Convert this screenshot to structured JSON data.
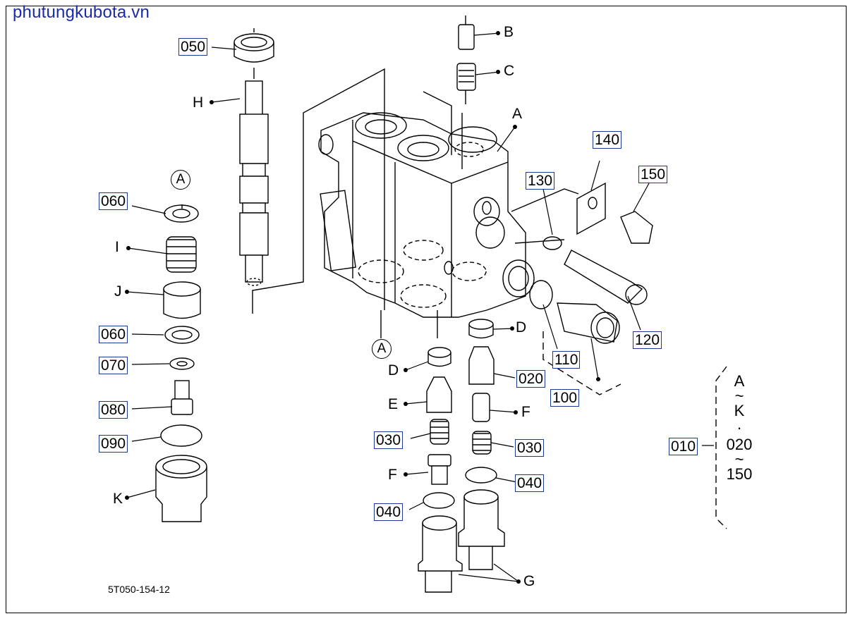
{
  "watermark": "phutungkubota.vn",
  "drawing_code": "5T050-154-12",
  "parts": {
    "p010": "010",
    "p020": "020",
    "p030a": "030",
    "p030b": "030",
    "p040a": "040",
    "p040b": "040",
    "p050": "050",
    "p060a": "060",
    "p060b": "060",
    "p070": "070",
    "p080": "080",
    "p090": "090",
    "p100": "100",
    "p110": "110",
    "p120": "120",
    "p130": "130",
    "p140": "140",
    "p150": "150"
  },
  "letters": {
    "A_top": "A",
    "A_circ1": "A",
    "A_circ2": "A",
    "B": "B",
    "C": "C",
    "D1": "D",
    "D2": "D",
    "E": "E",
    "F1": "F",
    "F2": "F",
    "G": "G",
    "H": "H",
    "I": "I",
    "J": "J",
    "K": "K"
  },
  "range": {
    "from1": "A",
    "to1": "K",
    "sep": "·",
    "from2": "020",
    "to2": "150",
    "tilde": "~"
  }
}
